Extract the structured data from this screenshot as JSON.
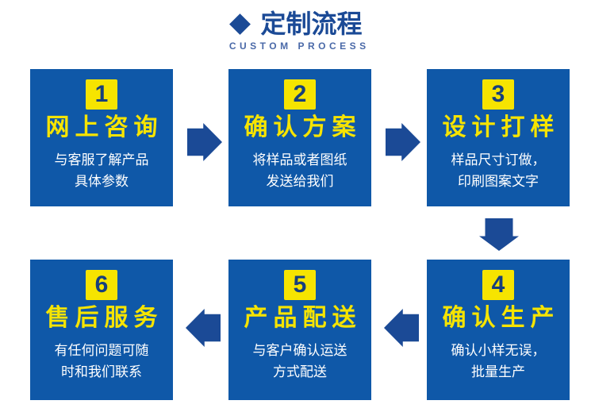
{
  "header": {
    "title": "定制流程",
    "subtitle": "CUSTOM PROCESS"
  },
  "colors": {
    "box_blue": "#0f58a8",
    "arrow_navy": "#1b4a96",
    "header_navy": "#1b4a96",
    "subtitle_blue": "#4a69a8",
    "badge_yellow": "#f6e400",
    "title_yellow": "#f6e400",
    "number_navy": "#163f7d",
    "desc_white": "#ffffff"
  },
  "icons": {
    "diamond-icon": "rotated-square",
    "arrow-right-icon": "block-arrow-right",
    "arrow-down-icon": "block-arrow-down",
    "arrow-left-icon": "block-arrow-left"
  },
  "steps": [
    {
      "number": "1",
      "title": "网上咨询",
      "desc_line1": "与客服了解产品",
      "desc_line2": "具体参数"
    },
    {
      "number": "2",
      "title": "确认方案",
      "desc_line1": "将样品或者图纸",
      "desc_line2": "发送给我们"
    },
    {
      "number": "3",
      "title": "设计打样",
      "desc_line1": "样品尺寸订做，",
      "desc_line2": "印刷图案文字"
    },
    {
      "number": "4",
      "title": "确认生产",
      "desc_line1": "确认小样无误，",
      "desc_line2": "批量生产"
    },
    {
      "number": "5",
      "title": "产品配送",
      "desc_line1": "与客户确认运送",
      "desc_line2": "方式配送"
    },
    {
      "number": "6",
      "title": "售后服务",
      "desc_line1": "有任何问题可随",
      "desc_line2": "时和我们联系"
    }
  ]
}
